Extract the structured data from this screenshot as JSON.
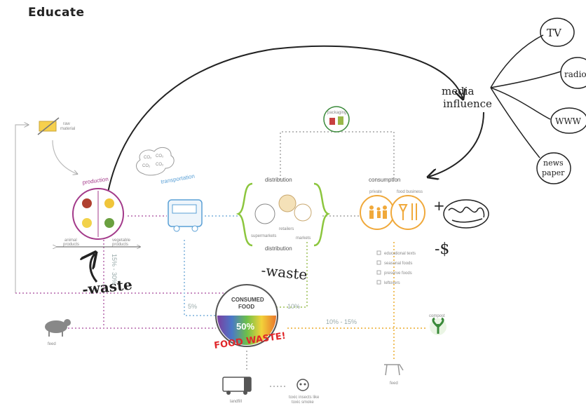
{
  "title": "Educate",
  "media": {
    "label_line1": "media",
    "label_line2": "influence",
    "channels": [
      "TV",
      "radio",
      "WWW",
      "news",
      "paper"
    ]
  },
  "nodes": {
    "raw_material": {
      "line1": "raw",
      "line2": "material"
    },
    "production": "production",
    "animal_products": {
      "line1": "animal",
      "line2": "products"
    },
    "vegetable_products": {
      "line1": "vegetable",
      "line2": "products"
    },
    "transportation": "transportation",
    "co2": [
      "CO₂",
      "CO₂",
      "CO₂",
      "CO₂"
    ],
    "distribution_top": "distribution",
    "distribution_bottom": "distribution",
    "retailers": "retailers",
    "supermarkets": "supermarkets",
    "markets": "markets",
    "packaging": "packaging",
    "consumption": "consumption",
    "private": "private",
    "food_business": "food business",
    "consumption_list": [
      "educational texts",
      "seasonal foods",
      "preserve foods",
      "leftovers"
    ],
    "consumed_food_line1": "CONSUMED",
    "consumed_food_line2": "FOOD",
    "consumed_pct": "50%",
    "food_waste": "FOOD WASTE!",
    "feed_left": "feed",
    "feed_bottom": "feed",
    "compost": "compost",
    "landfill": "landfill",
    "toxic": {
      "line1": "toxic insects like",
      "line2": "toxic smoke"
    }
  },
  "percents": {
    "production_range": "15% - 30%",
    "transport": "5%",
    "distribution": "10%",
    "consumption": "10% - 15%"
  },
  "annotations": {
    "waste_production": "-waste",
    "waste_distribution": "-waste",
    "plus": "+",
    "money": "-$"
  },
  "colors": {
    "production": "#a33a8a",
    "transport": "#5aa0d6",
    "distribution": "#8cc63e",
    "consumption": "#f0a93b",
    "compost": "#3a8a3a",
    "food_waste": "#e0272a",
    "ink": "#222222"
  }
}
